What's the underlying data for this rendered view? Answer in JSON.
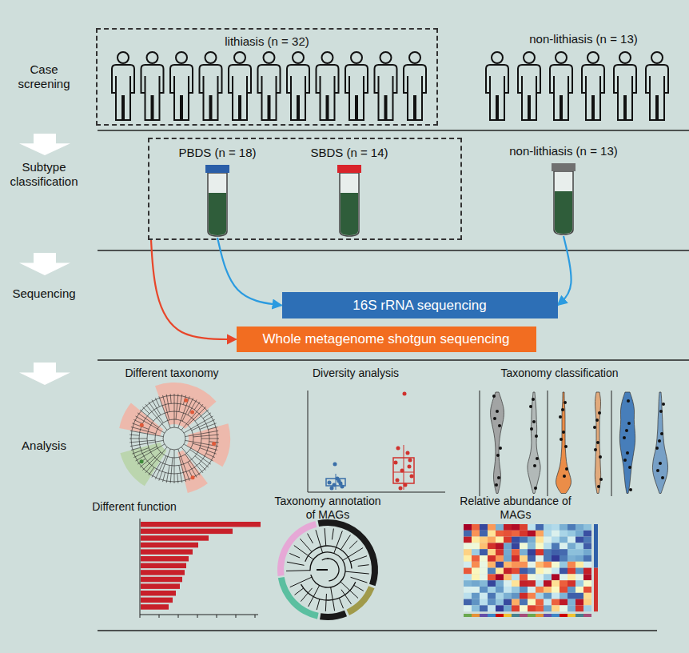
{
  "diagram": {
    "nodes": [
      {
        "text": [
          "lithiasis (n = 32)"
        ]
      },
      {
        "text": []
      },
      {
        "text": [
          "PBDS (n = 18)"
        ],
        "in": 1
      },
      {
        "text": [
          "SBDS (n = 14)"
        ],
        "in": 1
      },
      {
        "text": [
          "non-lithiasis (n = 13)"
        ]
      },
      {
        "text": [
          "16S rRNA sequencing"
        ]
      },
      {
        "text": [
          "Whole metagenome shotgun sequencing"
        ]
      }
    ],
    "edges": [
      {
        "from": 1,
        "to": 6,
        "arrow": "to"
      },
      {
        "from": 2,
        "to": 5,
        "arrow": "to"
      },
      {
        "from": 4,
        "to": 5,
        "arrow": "to"
      }
    ],
    "labels": [
      "Case screening",
      "non-lithiasis (n = 13)",
      "Subtype classification",
      "Sequencing",
      "Analysis",
      "Different taxonomy",
      "Diversity analysis",
      "Taxonomy classification",
      "Different function",
      "Taxonomy annotation of MAGs",
      "Relative abundance of MAGs"
    ]
  }
}
